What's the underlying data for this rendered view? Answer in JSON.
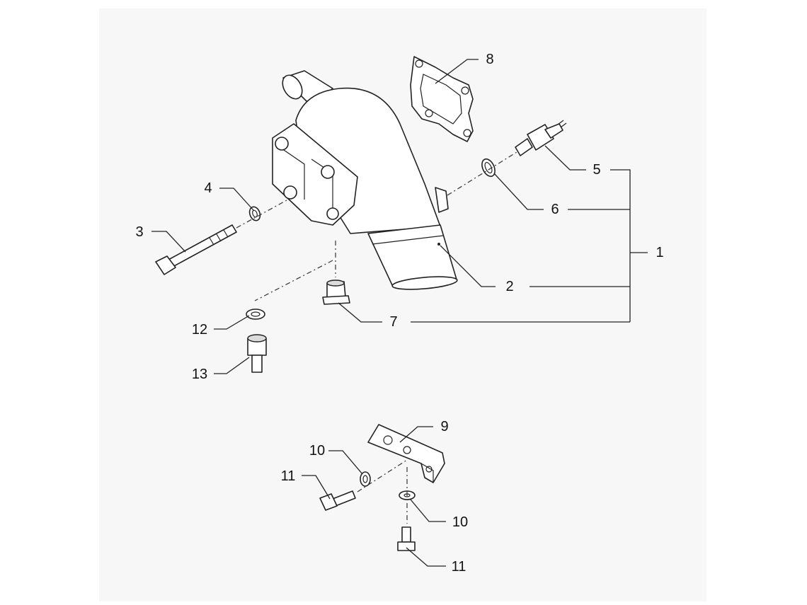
{
  "callouts": {
    "c1": "1",
    "c2": "2",
    "c3": "3",
    "c4": "4",
    "c5": "5",
    "c6": "6",
    "c7": "7",
    "c8": "8",
    "c9": "9",
    "c10a": "10",
    "c10b": "10",
    "c11a": "11",
    "c11b": "11",
    "c12": "12",
    "c13": "13"
  }
}
